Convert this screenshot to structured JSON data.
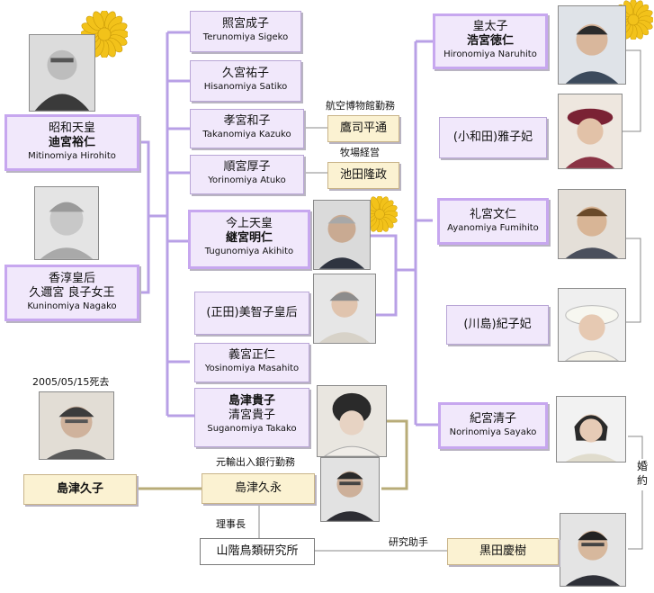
{
  "people": {
    "showa": {
      "line1": "昭和天皇",
      "line2": "迪宮裕仁",
      "romaji": "Mitinomiya Hirohito"
    },
    "kojun": {
      "line1": "香淳皇后",
      "line2": "久邇宮 良子女王",
      "romaji": "Kuninomiya Nagako"
    },
    "shigeko": {
      "line1": "照宮成子",
      "romaji": "Terunomiya Sigeko"
    },
    "sachiko": {
      "line1": "久宮祐子",
      "romaji": "Hisanomiya Satiko"
    },
    "kazuko": {
      "line1": "孝宮和子",
      "romaji": "Takanomiya Kazuko"
    },
    "atsuko": {
      "line1": "順宮厚子",
      "romaji": "Yorinomiya Atuko"
    },
    "akihito": {
      "line1": "今上天皇",
      "line2": "継宮明仁",
      "romaji": "Tugunomiya Akihito"
    },
    "michiko": {
      "line1": "(正田)美智子皇后"
    },
    "masahito": {
      "line1": "義宮正仁",
      "romaji": "Yosinomiya Masahito"
    },
    "takako": {
      "line1": "島津貴子",
      "line2": "清宮貴子",
      "romaji": "Suganomiya Takako"
    },
    "naruhito": {
      "line1": "皇太子",
      "line2": "浩宮徳仁",
      "romaji": "Hironomiya Naruhito"
    },
    "masako": {
      "line1": "(小和田)雅子妃"
    },
    "fumihito": {
      "line1": "礼宮文仁",
      "romaji": "Ayanomiya Fumihito"
    },
    "kiko": {
      "line1": "(川島)紀子妃"
    },
    "sayako": {
      "line1": "紀宮清子",
      "romaji": "Norinomiya Sayako"
    },
    "takatsukasa": {
      "line1": "鷹司平通"
    },
    "ikeda": {
      "line1": "池田隆政"
    },
    "hisako": {
      "line1": "島津久子"
    },
    "hisanaga": {
      "line1": "島津久永"
    },
    "institute": {
      "line1": "山階鳥類研究所"
    },
    "kuroda": {
      "line1": "黒田慶樹"
    }
  },
  "notes": {
    "takatsukasa_job": "航空博物館勤務",
    "ikeda_job": "牧場経営",
    "hisako_death": "2005/05/15死去",
    "hisanaga_job": "元輸出入銀行勤務",
    "chairman": "理事長",
    "research_assistant": "研究助手",
    "marriage_char1": "婚",
    "marriage_char2": "約"
  },
  "colors": {
    "box_fill": "#f1e8fb",
    "box_border": "#c7a7ef",
    "line_purple": "#b8a0e6",
    "line_olive": "#b8ac78",
    "beige_fill": "#fbf2d2",
    "chrysanthemum": "#f2c21a"
  },
  "icons": [
    "chrysanthemum-crest-icon",
    "portrait-photo"
  ]
}
